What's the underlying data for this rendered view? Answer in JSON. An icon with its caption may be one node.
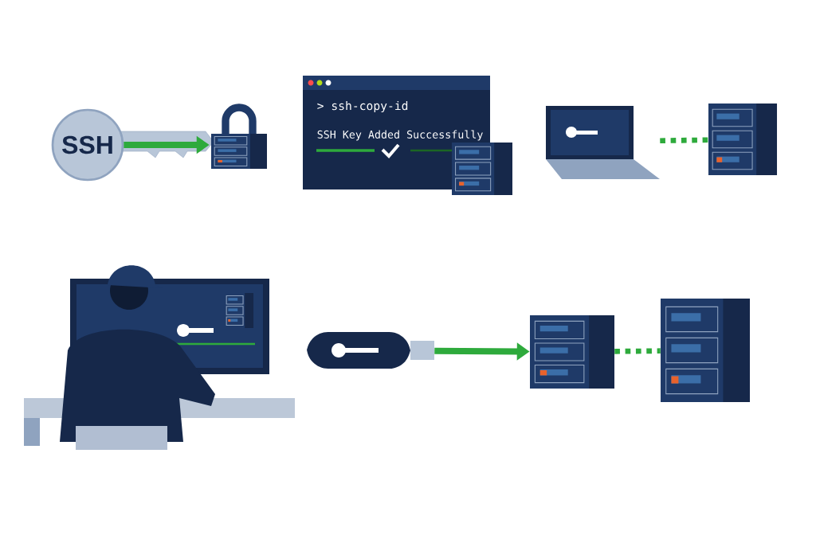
{
  "diagram": {
    "nodes": [
      {
        "text": [
          "SSH"
        ]
      },
      {
        "text": [],
        "shape": "picture"
      },
      {
        "text": [
          "> ssh-copy-id",
          "SSH Key Added Successfully"
        ]
      },
      {
        "text": [],
        "shape": "picture"
      },
      {
        "text": [],
        "shape": "picture"
      },
      {
        "text": [],
        "shape": "picture"
      },
      {
        "text": [],
        "shape": "picture"
      },
      {
        "text": [],
        "shape": "picture"
      },
      {
        "text": [],
        "shape": "picture"
      },
      {
        "text": [],
        "shape": "picture"
      }
    ],
    "edges": [
      {
        "from": 0,
        "to": 1,
        "arrow": "to"
      },
      {
        "from": 4,
        "to": 5,
        "arrow": "none",
        "style": "dashed"
      },
      {
        "from": 7,
        "to": 8,
        "arrow": "to"
      },
      {
        "from": 8,
        "to": 9,
        "arrow": "none",
        "style": "dashed"
      }
    ]
  }
}
